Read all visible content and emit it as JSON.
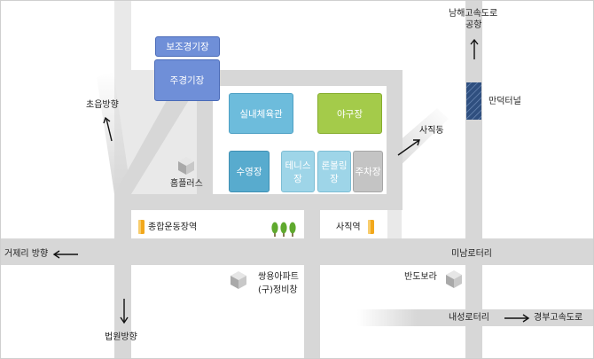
{
  "map": {
    "title": "종합운동장 위치 약도",
    "facilities": {
      "sub_stadium": "보조경기장",
      "main_stadium": "주경기장",
      "gymnasium": "실내체육관",
      "baseball": "야구장",
      "swimming": "수영장",
      "tennis": "테니스장",
      "bowling": "론볼링장",
      "parking": "주차장"
    },
    "landmarks": {
      "homeplus": "홈플러스",
      "sports_complex": "종합운동장역",
      "sajik_station": "사직역",
      "ssangyong_line1": "쌍용아파트",
      "ssangyong_line2": "(구)정비창",
      "bandobora": "반도보라",
      "mandeok_tunnel": "만덕터널",
      "minam_rotary": "미남로터리",
      "naeseong_rotary": "내성로터리"
    },
    "directions": {
      "airport_line1": "남해고속도로",
      "airport_line2": "공항",
      "choeup": "초읍방향",
      "sajik_dong": "사직동",
      "geojeri": "거제리 방향",
      "court": "법원방향",
      "gyeongbu": "경부고속도로"
    },
    "colors": {
      "main_stadium": "#6f8fd8",
      "gymnasium": "#6dbcdc",
      "baseball": "#a4cb4a",
      "swimming": "#58abce",
      "tennis_bowling": "#9ed5e8",
      "parking": "#c4c4c4",
      "station": "#f2a81c",
      "tunnel": "#2f4f7f"
    }
  }
}
